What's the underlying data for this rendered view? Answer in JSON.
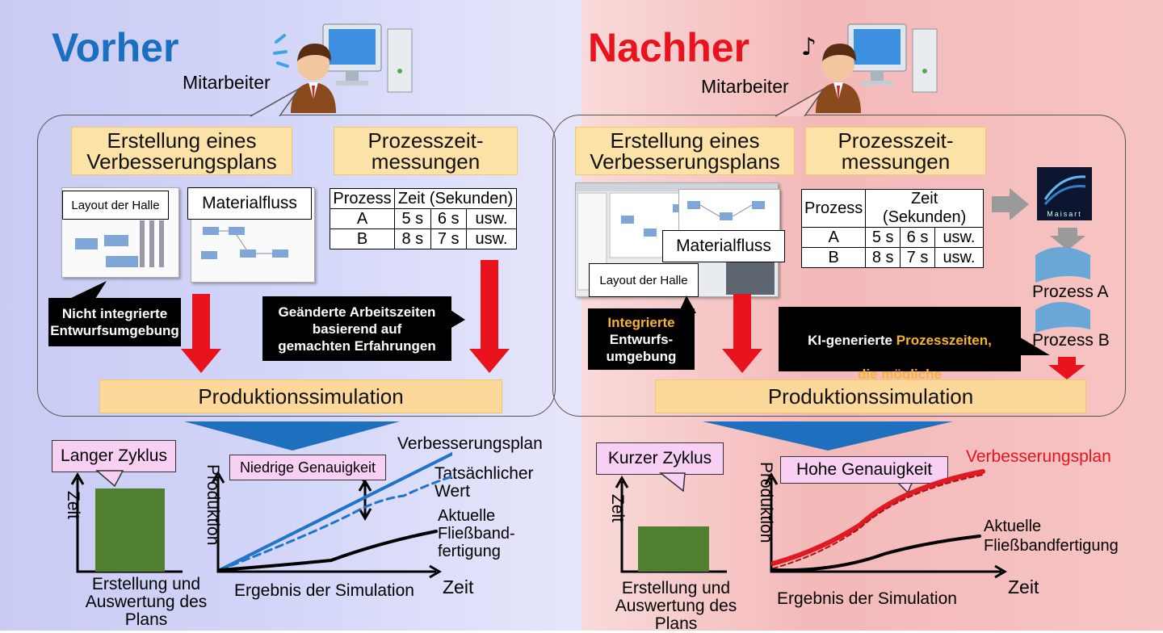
{
  "colors": {
    "vorher": "#1a6fc0",
    "nachher": "#e8131c",
    "arrow": "#e8131c",
    "bar": "#4f7f2f",
    "plan_left": "#1f75c8",
    "plan_right": "#e01a22"
  },
  "left": {
    "title": "Vorher",
    "worker": "Mitarbeiter",
    "box_plan": "Erstellung eines\nVerbesserungsplans",
    "box_measure": "Prozesszeit-\nmessungen",
    "layout_label": "Layout der Halle",
    "material_label": "Materialfluss",
    "table": {
      "headers": [
        "Prozess",
        "Zeit (Sekunden)"
      ],
      "rows": [
        [
          "A",
          "5 s",
          "6 s",
          "usw."
        ],
        [
          "B",
          "8 s",
          "7 s",
          "usw."
        ]
      ]
    },
    "callout_env": "Nicht integrierte\nEntwurfsumgebung",
    "callout_times": "Geänderte Arbeitszeiten\nbasierend auf\ngemachten Erfahrungen",
    "simulation": "Produktionssimulation",
    "cycle": "Langer Zyklus",
    "bar_ylabel": "Zeit",
    "bar_xlabel": "Erstellung und\nAuswertung des Plans",
    "accuracy": "Niedrige Genauigkeit",
    "plan_label": "Verbesserungsplan",
    "actual_label": "Tatsächlicher\nWert",
    "line_label": "Aktuelle\nFließband-\nfertigung",
    "chart_ylabel": "Produktion",
    "chart_xlabel": "Zeit",
    "result_label": "Ergebnis der Simulation"
  },
  "right": {
    "title": "Nachher",
    "worker": "Mitarbeiter",
    "box_plan": "Erstellung eines\nVerbesserungsplans",
    "box_measure": "Prozesszeit-\nmessungen",
    "layout_label": "Layout der Halle",
    "material_label": "Materialfluss",
    "table": {
      "headers": [
        "Prozess",
        "Zeit (Sekunden)"
      ],
      "rows": [
        [
          "A",
          "5 s",
          "6 s",
          "usw."
        ],
        [
          "B",
          "8 s",
          "7 s",
          "usw."
        ]
      ]
    },
    "callout_env_1": "Integrierte",
    "callout_env_2": "Entwurfs-\numgebung",
    "callout_ai_1": "KI-generierte ",
    "callout_ai_2": "Prozesszeiten,",
    "callout_ai_3": "die mögliche\nZeitabweichungen widerspiegeln",
    "maisart": "Maisart",
    "process_a": "Prozess A",
    "process_b": "Prozess B",
    "simulation": "Produktionssimulation",
    "cycle": "Kurzer Zyklus",
    "bar_ylabel": "Zeit",
    "bar_xlabel": "Erstellung und\nAuswertung des Plans",
    "accuracy": "Hohe Genauigkeit",
    "plan_label": "Verbesserungsplan",
    "line_label": "Aktuelle\nFließbandfertigung",
    "chart_ylabel": "Produktion",
    "chart_xlabel": "Zeit",
    "result_label": "Ergebnis der Simulation"
  }
}
